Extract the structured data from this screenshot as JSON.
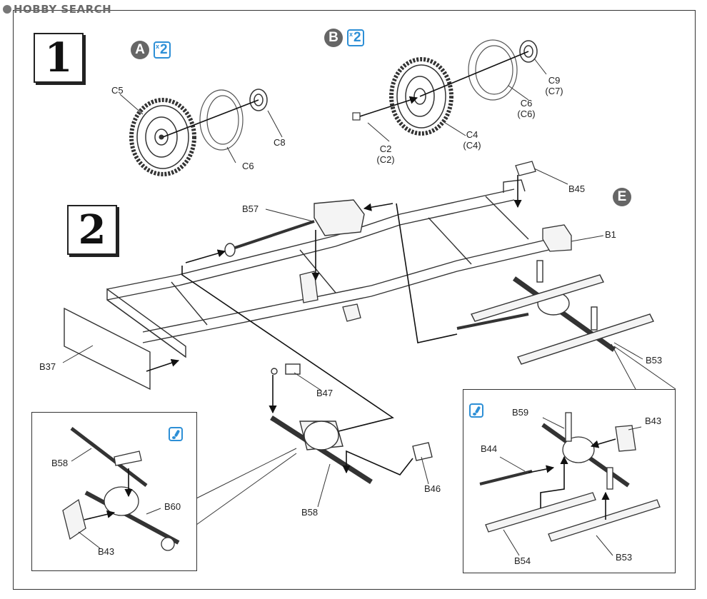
{
  "watermark": "HOBBY SEARCH",
  "steps": [
    "1",
    "2"
  ],
  "badges": {
    "a": "A",
    "b": "B",
    "e": "E"
  },
  "multipliers": {
    "a": "2",
    "b": "2",
    "x": "x"
  },
  "labels": {
    "c5": "C5",
    "c8": "C8",
    "c6": "C6",
    "c9": "C9",
    "c9_alt": "(C7)",
    "c6b": "C6",
    "c6b_alt": "(C6)",
    "c4": "C4",
    "c4_alt": "(C4)",
    "c2": "C2",
    "c2_alt": "(C2)",
    "b45": "B45",
    "b1": "B1",
    "b57": "B57",
    "b37": "B37",
    "b53": "B53",
    "b47": "B47",
    "b46": "B46",
    "b58": "B58",
    "inset_left_b58": "B58",
    "inset_left_b60": "B60",
    "inset_left_b43": "B43",
    "inset_right_b59": "B59",
    "inset_right_b43": "B43",
    "inset_right_b44": "B44",
    "inset_right_b54": "B54",
    "inset_right_b53": "B53"
  }
}
